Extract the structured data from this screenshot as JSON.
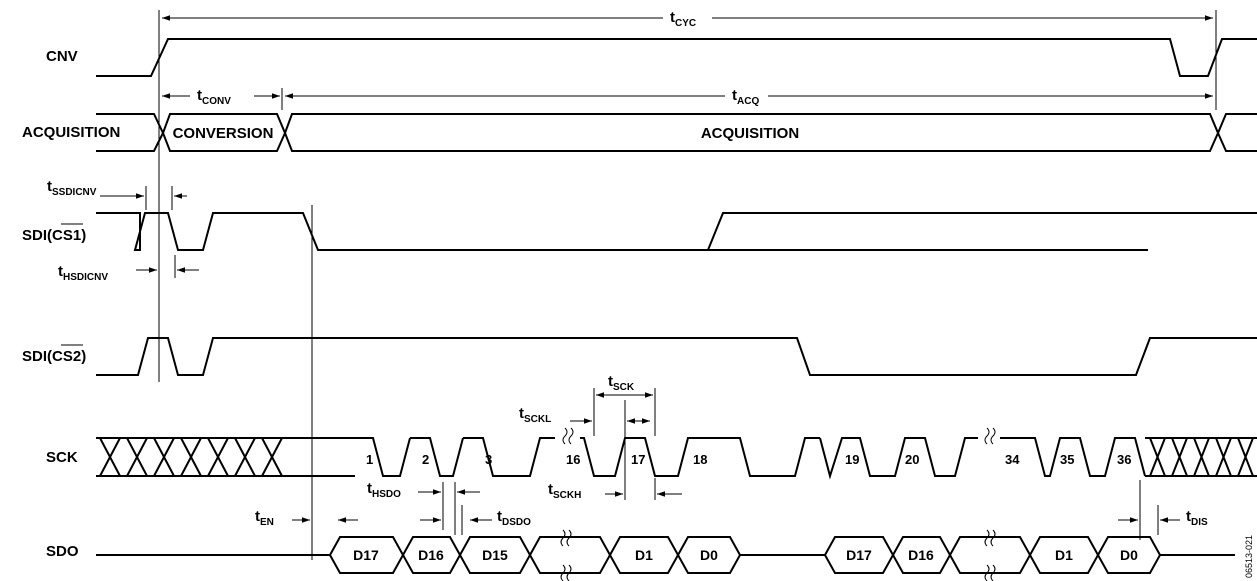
{
  "signals": {
    "cnv": "CNV",
    "acq_state": "ACQUISITION",
    "sdi_cs1_prefix": "SDI(",
    "sdi_cs1_bar": "CS",
    "sdi_cs1_num": "1",
    "sdi_cs1_suffix": ")",
    "sdi_cs2_prefix": "SDI(",
    "sdi_cs2_bar": "CS",
    "sdi_cs2_num": "2",
    "sdi_cs2_suffix": ")",
    "sck": "SCK",
    "sdo": "SDO"
  },
  "phases": {
    "acquisition_left": "ACQUISITION",
    "conversion": "CONVERSION",
    "acquisition_main": "ACQUISITION"
  },
  "timing": {
    "tcyc": {
      "main": "t",
      "sub": "CYC"
    },
    "tconv": {
      "main": "t",
      "sub": "CONV"
    },
    "tacq": {
      "main": "t",
      "sub": "ACQ"
    },
    "tssdicnv": {
      "main": "t",
      "sub": "SSDICNV"
    },
    "thsdicnv": {
      "main": "t",
      "sub": "HSDICNV"
    },
    "tsck": {
      "main": "t",
      "sub": "SCK"
    },
    "tsckl": {
      "main": "t",
      "sub": "SCKL"
    },
    "tsckh": {
      "main": "t",
      "sub": "SCKH"
    },
    "thsdo": {
      "main": "t",
      "sub": "HSDO"
    },
    "tdsdo": {
      "main": "t",
      "sub": "DSDO"
    },
    "ten": {
      "main": "t",
      "sub": "EN"
    },
    "tdis": {
      "main": "t",
      "sub": "DIS"
    }
  },
  "sck_pulses": [
    "1",
    "2",
    "3",
    "16",
    "17",
    "18",
    "19",
    "20",
    "34",
    "35",
    "36"
  ],
  "sdo_bits": [
    "D17",
    "D16",
    "D15",
    "D1",
    "D0",
    "D17",
    "D16",
    "D1",
    "D0"
  ],
  "figure_id": "06513-021"
}
